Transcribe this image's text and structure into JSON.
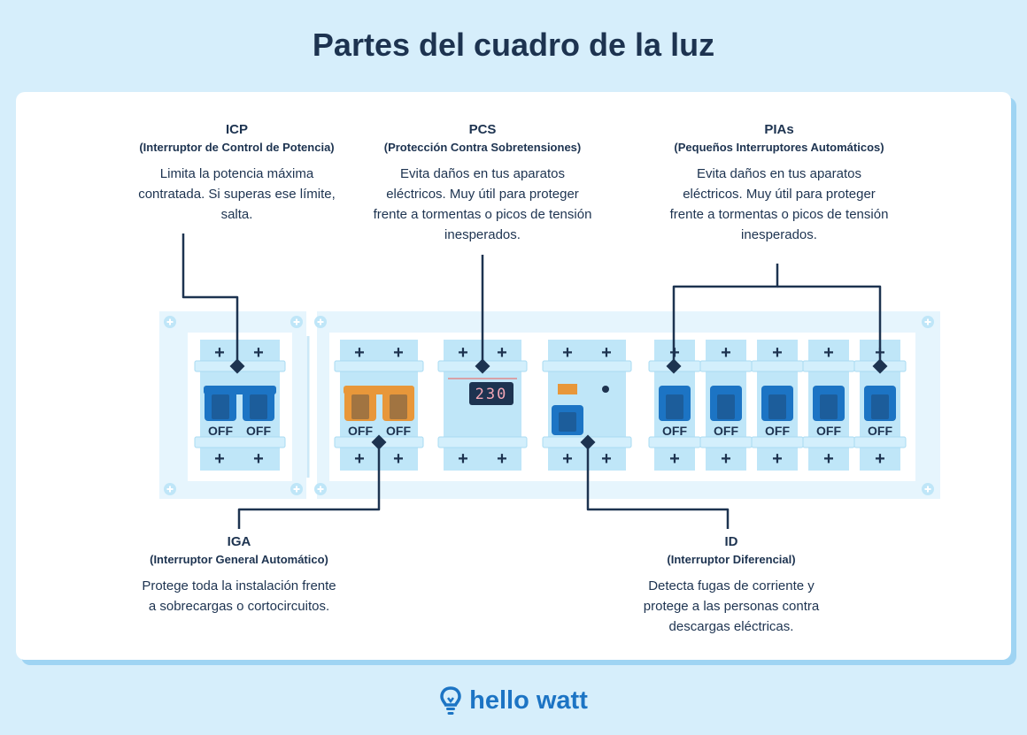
{
  "title": "Partes del cuadro de la luz",
  "callouts": {
    "icp": {
      "title": "ICP",
      "subtitle": "(Interruptor de Control de Potencia)",
      "description": "Limita la potencia máxima contratada. Si superas ese límite, salta."
    },
    "pcs": {
      "title": "PCS",
      "subtitle": "(Protección Contra Sobretensiones)",
      "description": "Evita daños en tus aparatos eléctricos. Muy útil para proteger frente a tormentas o picos de tensión inesperados."
    },
    "pias": {
      "title": "PIAs",
      "subtitle": "(Pequeños Interruptores Automáticos)",
      "description": "Evita daños en tus aparatos eléctricos. Muy útil para proteger frente a tormentas o picos de tensión inesperados."
    },
    "iga": {
      "title": "IGA",
      "subtitle": "(Interruptor General Automático)",
      "description": "Protege toda la instalación frente a sobrecargas o cortocircuitos."
    },
    "id": {
      "title": "ID",
      "subtitle": "(Interruptor Diferencial)",
      "description": "Detecta fugas de corriente y protege a las personas contra descargas eléctricas."
    }
  },
  "switch_label": "OFF",
  "pcs_display": "230",
  "terminal_symbol": "+",
  "brand": "hello watt",
  "icons": {
    "logo": "lightbulb-icon"
  },
  "colors": {
    "navy": "#1d3350",
    "panel": "#e6f5fd",
    "breaker": "#bfe6f8",
    "switch_blue": "#1c74c4",
    "switch_orange": "#e8973a",
    "brand_blue": "#1c74c4"
  }
}
